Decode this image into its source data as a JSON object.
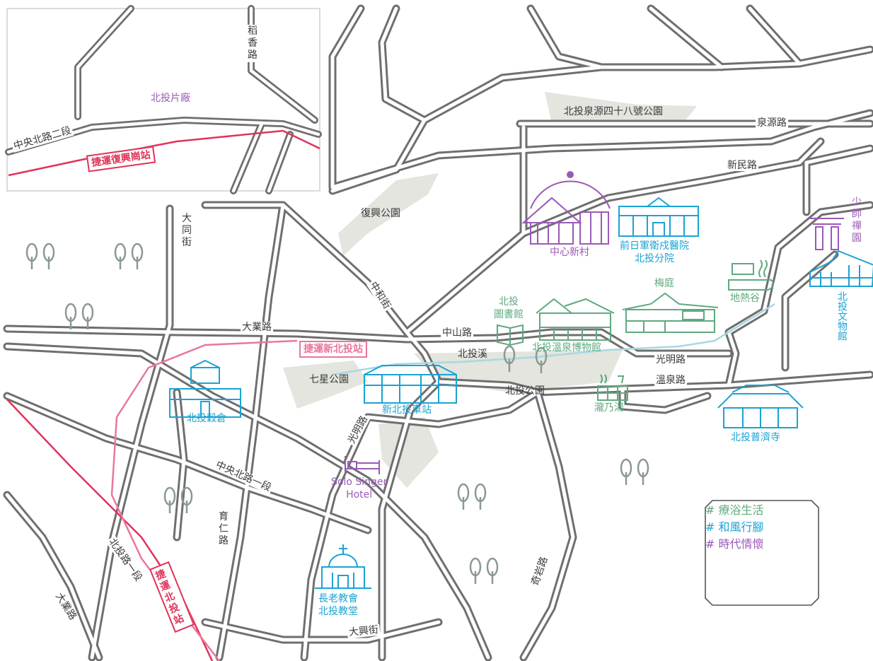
{
  "colors": {
    "road": "#6f6f6f",
    "park": "#e3e5de",
    "tree": "#8a9992",
    "stream": "#a8d8e2",
    "purple": "#9b59b6",
    "cyan": "#1aa3d4",
    "green": "#5fa97f",
    "pink": "#e8779d",
    "red": "#e03358"
  },
  "roads": {
    "quanyuan": "泉源路",
    "xinmin": "新民路",
    "daoxiang": "稻香路",
    "zhongyang_n2": "中央北路二段",
    "datong": "大同街",
    "zhonghe": "中和街",
    "daye_top": "大業路",
    "zhongshan": "中山路",
    "guangming_e": "光明路",
    "wenquan": "溫泉路",
    "guangming_s": "光明路",
    "zhongyang_n1": "中央北路一段",
    "yuren": "育仁路",
    "beitou_1": "北投路一段",
    "daye_bottom": "大業路",
    "daxing": "大興街",
    "qiyan": "奇岩路"
  },
  "parks": {
    "quanyuan48": "北投泉源四十八號公園",
    "fuxing": "復興公園",
    "qixing": "七星公園",
    "beitou_park": "北投公園"
  },
  "stream_label": "北投溪",
  "metro": {
    "fuxinggang": "捷運復興崗站",
    "xinbeitou": "捷運新北投站",
    "beitou": "捷運北投站"
  },
  "places": {
    "film_factory": "北投片廠",
    "zhongxin_village": "中心新村",
    "army_hospital": "前日軍衛戍醫院\n北投分院",
    "shaoshuai": "少帥禪園",
    "beitou_museum": "北投文物館",
    "thermal_valley": "地熱谷",
    "meiting": "梅庭",
    "library": "北投\n圖書館",
    "hot_spring_museum": "北投溫泉博物館",
    "granary": "北投穀倉",
    "xinbeitou_station": "新北投車站",
    "longnaitang": "瀧乃湯",
    "puji_temple": "北投普濟寺",
    "hotel": "Solo Singer\nHotel",
    "church": "長老教會\n北投教堂"
  },
  "legend": [
    {
      "text": "# 療浴生活",
      "color": "#5fa97f"
    },
    {
      "text": "# 和風行腳",
      "color": "#1aa3d4"
    },
    {
      "text": "# 時代情懷",
      "color": "#9b59b6"
    }
  ]
}
